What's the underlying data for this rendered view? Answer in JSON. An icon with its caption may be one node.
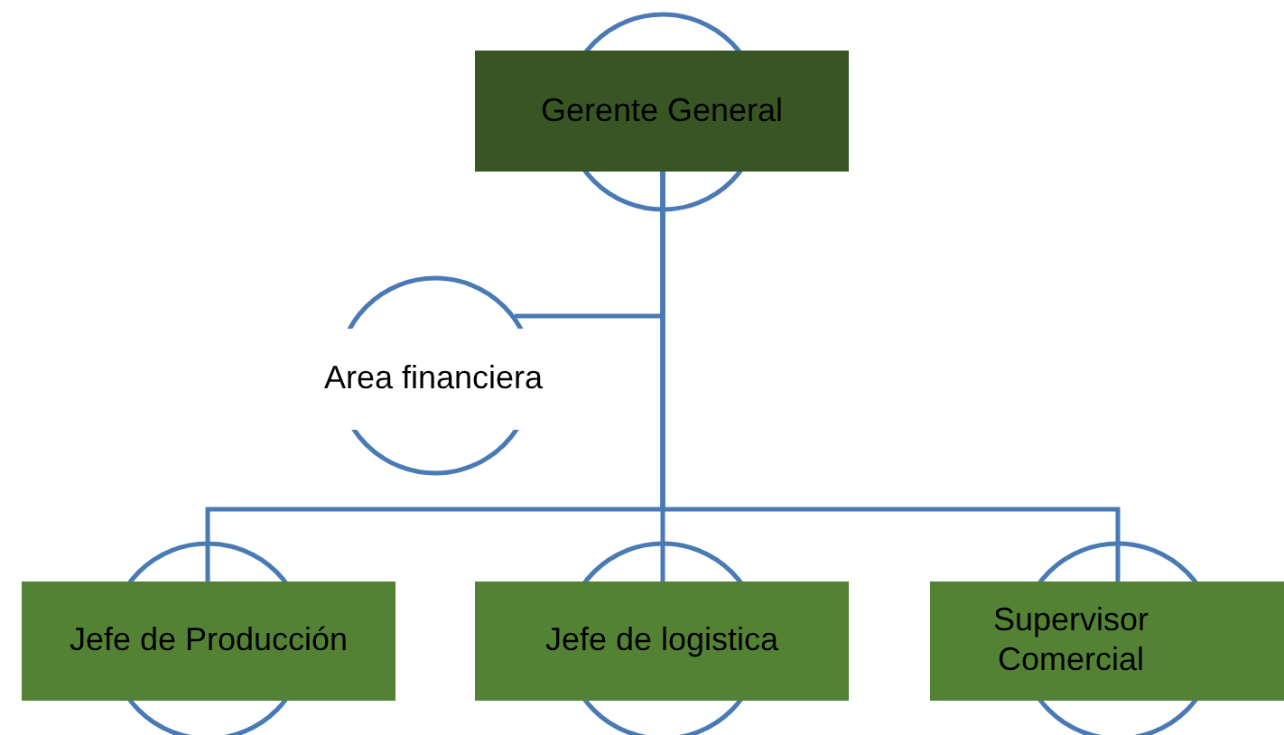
{
  "diagram": {
    "nodes": [
      {
        "text": [
          "Gerente General"
        ]
      },
      {
        "text": [
          "Area financiera"
        ]
      },
      {
        "text": [
          "Jefe de Producción"
        ]
      },
      {
        "text": [
          "Jefe de logistica"
        ]
      },
      {
        "text": [
          "Supervisor Comercial"
        ]
      }
    ],
    "edges": [
      {
        "from": 0,
        "to": 1,
        "arrow": "none"
      },
      {
        "from": 0,
        "to": 2,
        "arrow": "none"
      },
      {
        "from": 0,
        "to": 3,
        "arrow": "none"
      },
      {
        "from": 0,
        "to": 4,
        "arrow": "none"
      }
    ]
  }
}
